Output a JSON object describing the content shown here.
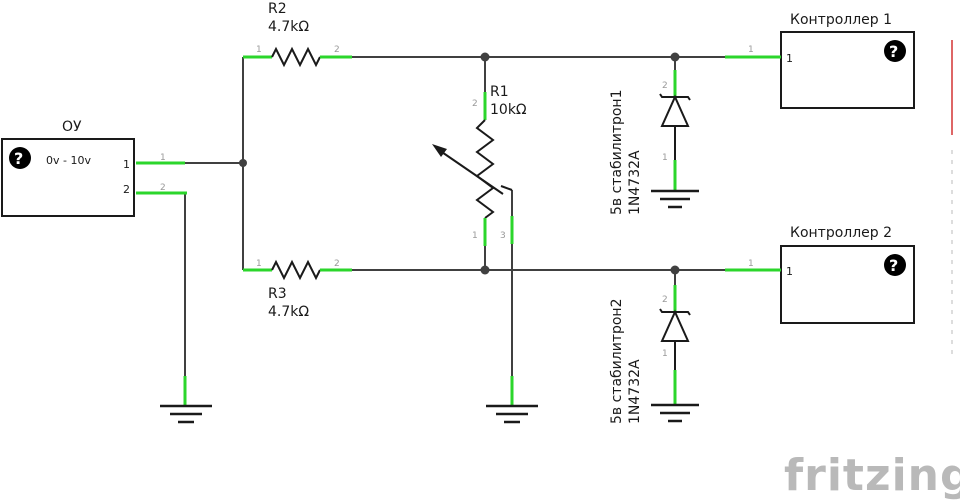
{
  "components": {
    "ou": {
      "title": "ОУ",
      "range": "0v - 10v",
      "pin1": "1",
      "pin2": "2",
      "icon": "help-icon"
    },
    "r2": {
      "ref": "R2",
      "value": "4.7kΩ",
      "pin1": "1",
      "pin2": "2"
    },
    "r3": {
      "ref": "R3",
      "value": "4.7kΩ",
      "pin1": "1",
      "pin2": "2"
    },
    "r1": {
      "ref": "R1",
      "value": "10kΩ",
      "pin1": "1",
      "pin2": "2",
      "pin3": "3"
    },
    "zener1": {
      "name": "5в стабилитрон1",
      "part": "1N4732A",
      "pin1": "1",
      "pin2": "2"
    },
    "zener2": {
      "name": "5в стабилитрон2",
      "part": "1N4732A",
      "pin1": "1",
      "pin2": "2"
    },
    "ctrl1": {
      "title": "Контроллер 1",
      "pin1": "1",
      "icon": "help-icon"
    },
    "ctrl2": {
      "title": "Контроллер 2",
      "pin1": "1",
      "icon": "help-icon"
    }
  },
  "branding": {
    "logo": "fritzing"
  },
  "colors": {
    "wire": "#404040",
    "pin_leg": "#2bd62b",
    "outline": "#1a1a1a",
    "logo": "#b9b9b9",
    "edge_mark": "#d33333"
  }
}
